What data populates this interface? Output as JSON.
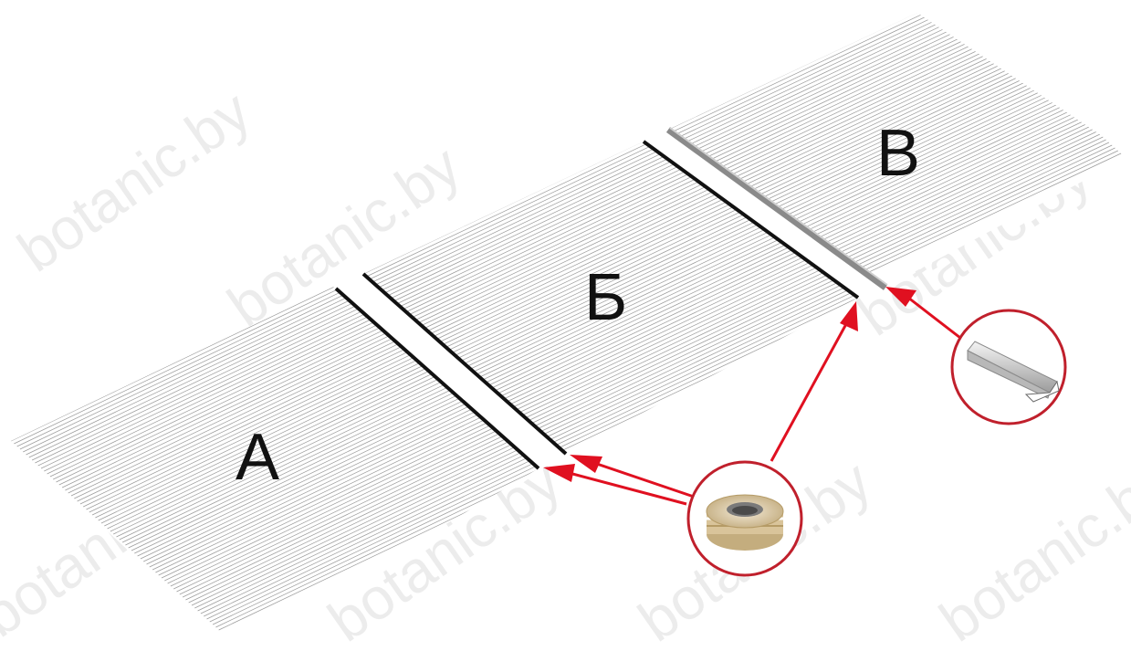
{
  "sections": {
    "a": "А",
    "b": "Б",
    "c": "В"
  },
  "watermark": "botanic.by",
  "colors": {
    "arrow": "#e01020",
    "circle": "#c0202c",
    "seam": "#111111",
    "panel_line": "#9a9a9a",
    "watermark": "#e6e6e6"
  },
  "callouts": [
    {
      "name": "sealing-tape-roll-icon",
      "points_to": [
        "seam-a-b-left",
        "seam-a-b-right",
        "seam-b-c"
      ]
    },
    {
      "name": "end-profile-icon",
      "points_to": [
        "profile-b-c"
      ]
    }
  ]
}
